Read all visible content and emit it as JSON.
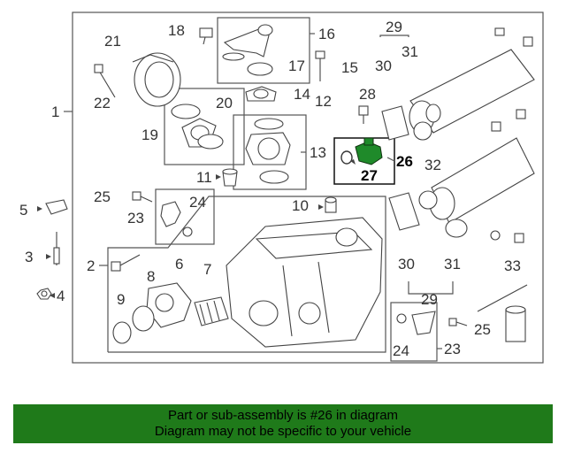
{
  "callouts": {
    "c1": "1",
    "c2": "2",
    "c3": "3",
    "c4": "4",
    "c5": "5",
    "c6": "6",
    "c7": "7",
    "c8": "8",
    "c9": "9",
    "c10": "10",
    "c11": "11",
    "c12": "12",
    "c13": "13",
    "c14": "14",
    "c15": "15",
    "c16": "16",
    "c17": "17",
    "c18": "18",
    "c19": "19",
    "c20": "20",
    "c21": "21",
    "c22": "22",
    "c23": "23",
    "c24": "24",
    "c25": "25",
    "c26": "26",
    "c27": "27",
    "c28": "28",
    "c29": "29",
    "c30": "30",
    "c31": "31",
    "c32": "32",
    "c33": "33"
  },
  "highlight_color": "#1f8a2a",
  "banner": {
    "line1": "Part or sub-assembly is #26 in diagram",
    "line2": "Diagram may not be specific to your vehicle",
    "background": "#1f7a1a"
  }
}
